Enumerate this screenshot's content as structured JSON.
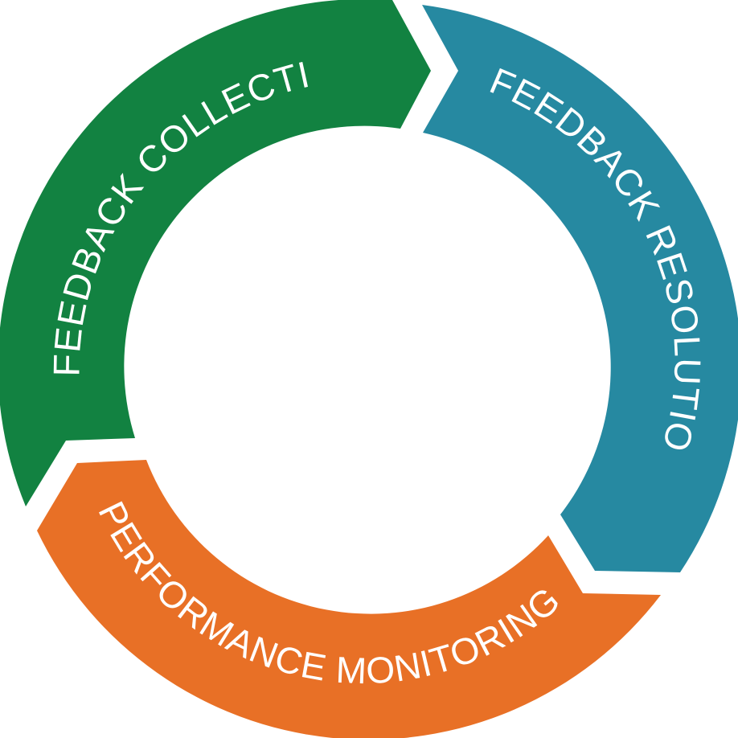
{
  "segments": [
    {
      "id": "collection",
      "label": "FEEDBACK COLLECTION",
      "color": "#128241"
    },
    {
      "id": "resolution",
      "label": "FEEDBACK RESOLUTION",
      "color": "#2689A1"
    },
    {
      "id": "monitoring",
      "label": "PERFORMANCE MONITORING",
      "color": "#E87026"
    }
  ],
  "background": "#ffffff"
}
